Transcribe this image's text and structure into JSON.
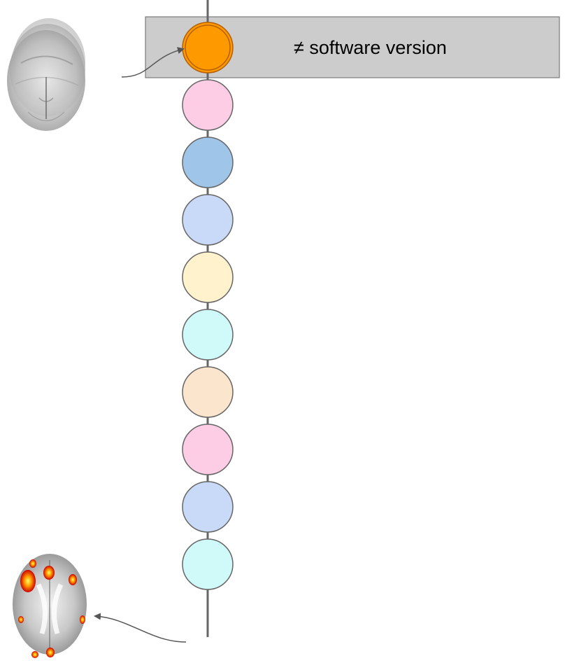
{
  "diagram": {
    "highlight": {
      "label": "≠ software version",
      "band_color": "#cccccc",
      "band_border": "#666666"
    },
    "line_color": "#666666",
    "nodes": [
      {
        "fill": "#ff9900",
        "stroke": "#b45f06",
        "highlighted": true
      },
      {
        "fill": "#fccde5",
        "stroke": "#666666"
      },
      {
        "fill": "#9fc5e8",
        "stroke": "#666666"
      },
      {
        "fill": "#c9daf8",
        "stroke": "#666666"
      },
      {
        "fill": "#fff2cc",
        "stroke": "#666666"
      },
      {
        "fill": "#d0fafa",
        "stroke": "#666666"
      },
      {
        "fill": "#fce5cd",
        "stroke": "#666666"
      },
      {
        "fill": "#fccde5",
        "stroke": "#666666"
      },
      {
        "fill": "#c9daf8",
        "stroke": "#666666"
      },
      {
        "fill": "#d0fafa",
        "stroke": "#666666"
      }
    ],
    "images": [
      {
        "name": "input-brain-scan-image",
        "description_icon": "raw-mri-axial-slices"
      },
      {
        "name": "output-brain-activation-map-image",
        "description_icon": "statistical-activation-map"
      }
    ]
  }
}
